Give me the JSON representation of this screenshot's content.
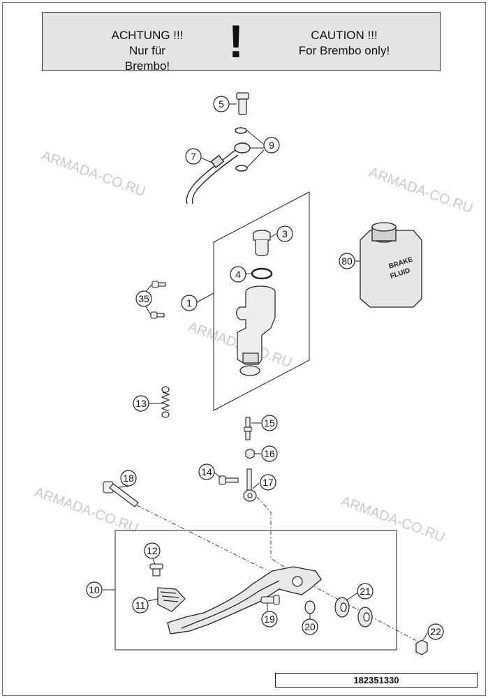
{
  "caution": {
    "de_line1": "ACHTUNG !!!",
    "de_line2": "Nur für Brembo!",
    "symbol": "!",
    "en_line1": "CAUTION !!!",
    "en_line2": "For Brembo only!"
  },
  "watermarks": [
    "ARMADA-CO.RU",
    "ARMADA-CO.RU",
    "ARMADA-CO.RU",
    "ARMADA-CO.RU",
    "ARMADA-CO.RU"
  ],
  "callouts": [
    "5",
    "9",
    "7",
    "3",
    "80",
    "4",
    "35",
    "1",
    "13",
    "15",
    "16",
    "14",
    "17",
    "18",
    "12",
    "10",
    "11",
    "21",
    "19",
    "20",
    "22"
  ],
  "bottle_label": {
    "line1": "BRAKE",
    "line2": "FLUID"
  },
  "part_number": "182351330"
}
